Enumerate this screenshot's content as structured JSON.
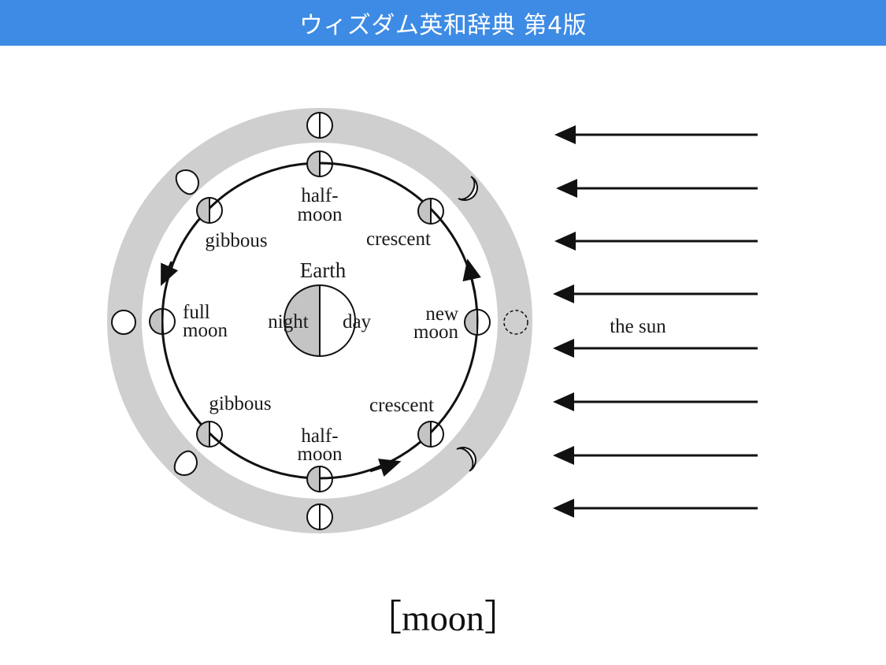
{
  "header": {
    "title": "ウィズダム英和辞典 第4版"
  },
  "diagram": {
    "earth": {
      "title": "Earth",
      "night": "night",
      "day": "day"
    },
    "labels": {
      "half_moon_top_1": "half-",
      "half_moon_top_2": "moon",
      "crescent_top": "crescent",
      "gibbous_top": "gibbous",
      "full_moon_1": "full",
      "full_moon_2": "moon",
      "new_moon_1": "new",
      "new_moon_2": "moon",
      "gibbous_bottom": "gibbous",
      "crescent_bottom": "crescent",
      "half_moon_bottom_1": "half-",
      "half_moon_bottom_2": "moon",
      "sun": "the sun"
    },
    "colors": {
      "ring": "#cfcfcf",
      "shade": "#c4c4c4",
      "ink": "#111111"
    }
  },
  "caption": "［moon］"
}
